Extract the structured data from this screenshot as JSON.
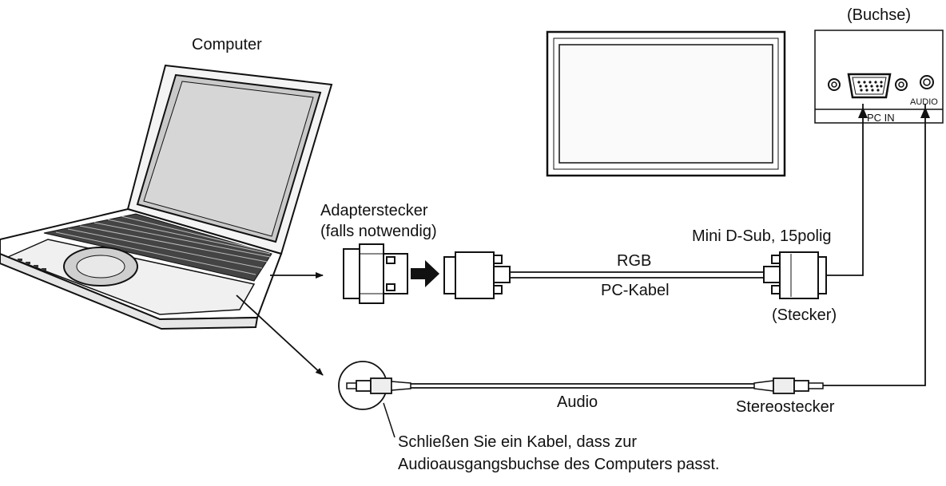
{
  "labels": {
    "computer": "Computer",
    "buchse": "(Buchse)",
    "audio_port": "AUDIO",
    "pc_in": "PC IN",
    "adapter_line1": "Adapterstecker",
    "adapter_line2": "(falls notwendig)",
    "mini_dsub": "Mini D-Sub, 15polig",
    "rgb": "RGB",
    "pc_kabel": "PC-Kabel",
    "stecker": "(Stecker)",
    "audio_cable": "Audio",
    "stereostecker": "Stereostecker",
    "note_line1": "Schließen Sie ein Kabel, dass zur",
    "note_line2": "Audioausgangsbuchse des Computers passt."
  }
}
